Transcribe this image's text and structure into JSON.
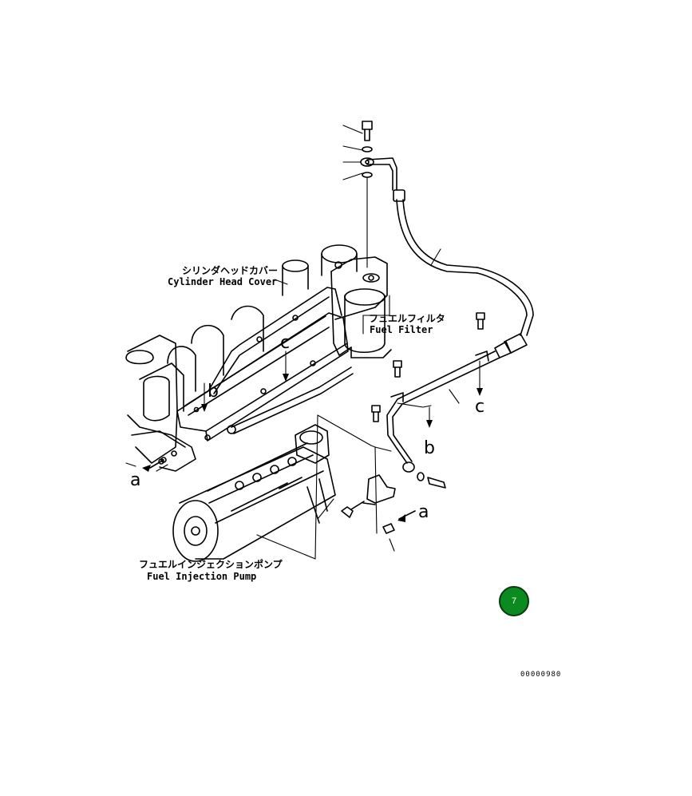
{
  "labels": {
    "cylinder_head_cover_jp": "シリンダヘッドカバー",
    "cylinder_head_cover_en": "Cylinder Head Cover",
    "fuel_filter_jp": "フュエルフィルタ",
    "fuel_filter_en": "Fuel Filter",
    "fuel_injection_pump_jp": "フュエルインジェクションポンプ",
    "fuel_injection_pump_en": "Fuel Injection Pump"
  },
  "letters": {
    "a": "a",
    "b": "b",
    "c": "c"
  },
  "page_badge": "7",
  "drawing_number": "00000980",
  "colors": {
    "line": "#000000",
    "badge": "#0b8a1f"
  }
}
